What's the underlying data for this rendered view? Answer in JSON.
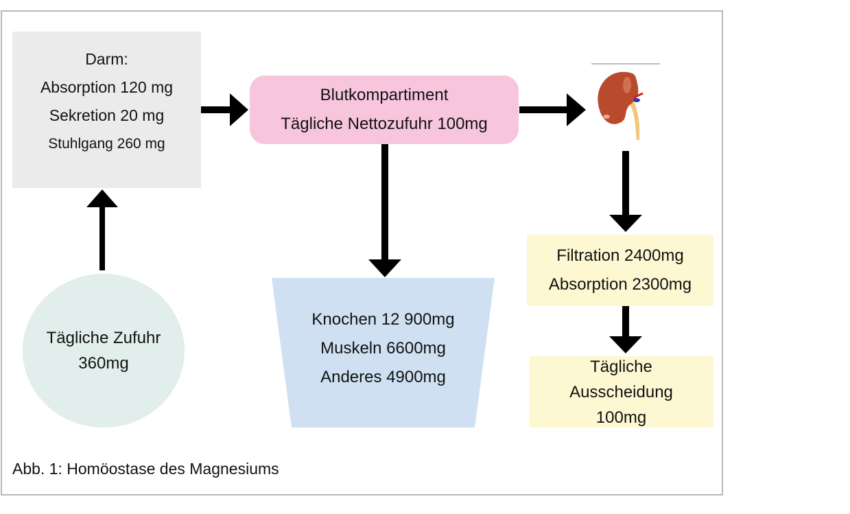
{
  "diagram": {
    "title": "Homöostase des Magnesiums",
    "caption": "Abb. 1: Homöostase des Magnesiums",
    "nodes": {
      "darm": {
        "heading": "Darm:",
        "lines": [
          "Absorption 120 mg",
          "Sekretion 20 mg",
          "Stuhlgang 260 mg"
        ],
        "color": "#ebebeb"
      },
      "blut": {
        "lines": [
          "Blutkompartiment",
          "Tägliche Nettozufuhr 100mg"
        ],
        "color": "#f7c6dc"
      },
      "zufuhr": {
        "lines": [
          "Tägliche Zufuhr",
          "360mg"
        ],
        "color": "#e1eeeb"
      },
      "speicher": {
        "lines": [
          "Knochen 12 900mg",
          "Muskeln 6600mg",
          "Anderes 4900mg"
        ],
        "color": "#cfe0f2"
      },
      "niere": {
        "icon": "kidney-icon"
      },
      "filtration": {
        "lines": [
          "Filtration 2400mg",
          "Absorption 2300mg"
        ],
        "color": "#fdf8d2"
      },
      "ausscheidung": {
        "lines": [
          "Tägliche",
          "Ausscheidung",
          "100mg"
        ],
        "color": "#fdf8d2"
      }
    },
    "edges": [
      {
        "from": "zufuhr",
        "to": "darm"
      },
      {
        "from": "darm",
        "to": "blut"
      },
      {
        "from": "blut",
        "to": "niere"
      },
      {
        "from": "blut",
        "to": "speicher"
      },
      {
        "from": "niere",
        "to": "filtration"
      },
      {
        "from": "filtration",
        "to": "ausscheidung"
      }
    ]
  }
}
